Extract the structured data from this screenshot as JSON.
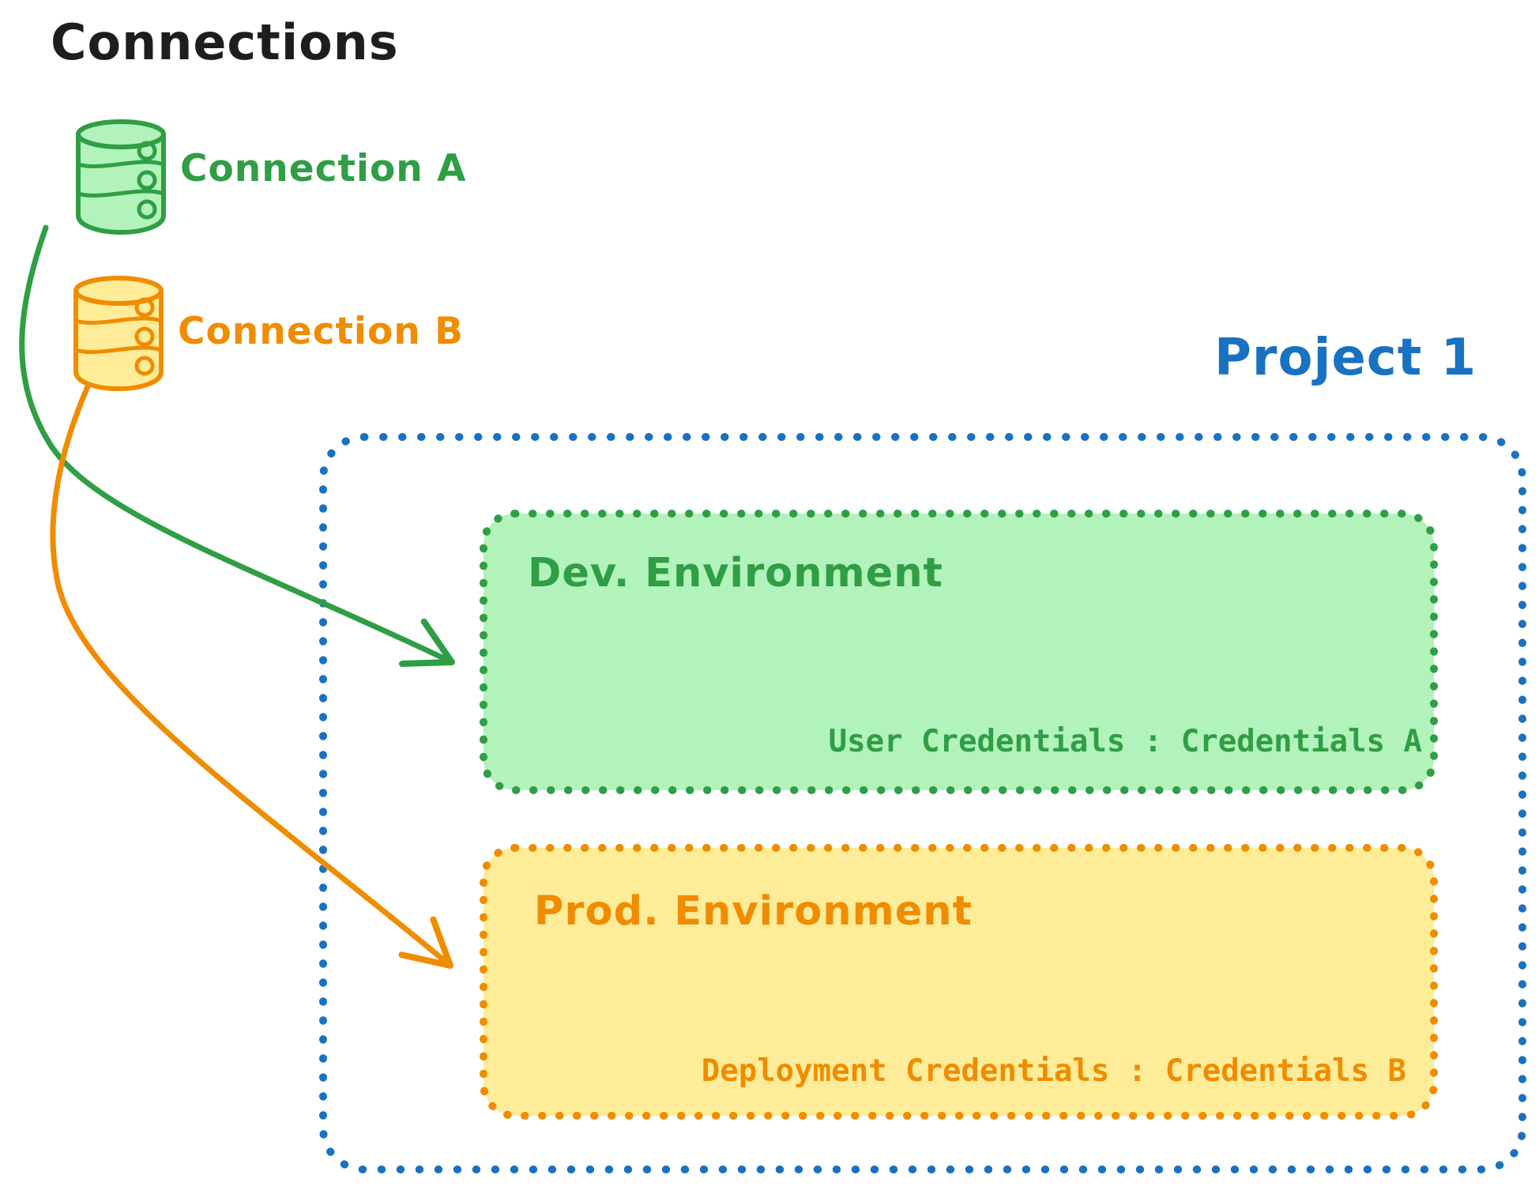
{
  "header": {
    "title": "Connections"
  },
  "connections": [
    {
      "id": "connection-a",
      "label": "Connection A",
      "icon": "database-icon",
      "color": "#2f9e44",
      "fill": "#b2f2bb"
    },
    {
      "id": "connection-b",
      "label": "Connection B",
      "icon": "database-icon",
      "color": "#f08c00",
      "fill": "#ffec99"
    }
  ],
  "project": {
    "label": "Project 1",
    "border_color": "#1971c2",
    "environments": [
      {
        "name": "Dev. Environment",
        "credential": "User Credentials : Credentials A",
        "stroke": "#2f9e44",
        "fill": "#b2f2bb"
      },
      {
        "name": "Prod. Environment",
        "credential": "Deployment Credentials : Credentials B",
        "stroke": "#f08c00",
        "fill": "#ffec99"
      }
    ]
  },
  "links": [
    {
      "from": "Connection A",
      "to": "Dev. Environment",
      "color": "#2f9e44"
    },
    {
      "from": "Connection B",
      "to": "Prod. Environment",
      "color": "#f08c00"
    }
  ],
  "palette": {
    "ink": "#1e1e1e",
    "blue": "#1971c2",
    "green_stroke": "#2f9e44",
    "green_fill": "#b2f2bb",
    "orange_stroke": "#f08c00",
    "orange_fill": "#ffec99"
  }
}
